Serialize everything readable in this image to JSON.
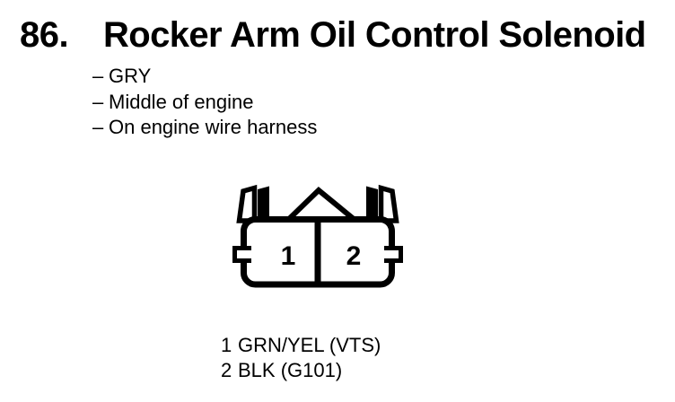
{
  "page": {
    "background_color": "#ffffff",
    "ink_color": "#000000"
  },
  "header": {
    "item_number": "86.",
    "title": "Rocker Arm Oil Control Solenoid"
  },
  "details": {
    "dash": "–",
    "items": [
      "GRY",
      "Middle of engine",
      "On engine wire harness"
    ]
  },
  "connector": {
    "description": "2-pin connector front view with latch tabs and center key triangle",
    "pins": [
      "1",
      "2"
    ]
  },
  "legend": {
    "rows": [
      {
        "pin": "1",
        "label": "GRN/YEL (VTS)"
      },
      {
        "pin": "2",
        "label": "BLK (G101)"
      }
    ]
  }
}
